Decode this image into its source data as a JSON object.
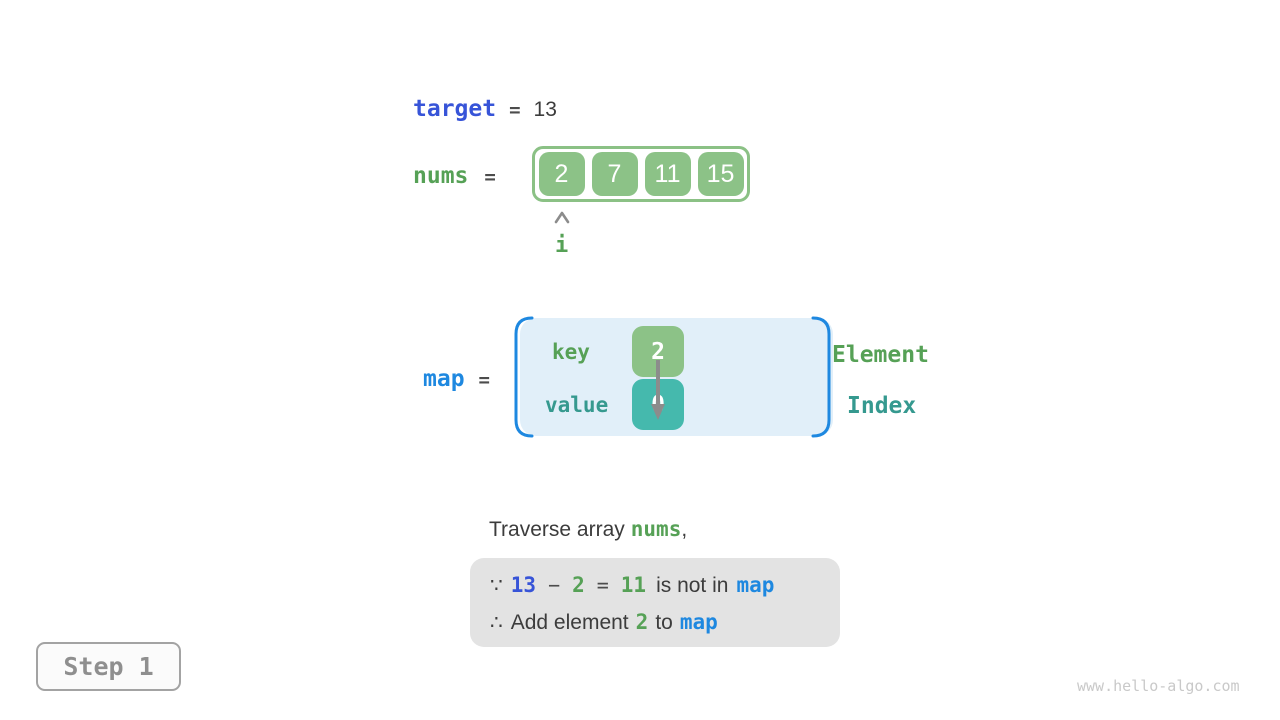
{
  "colors": {
    "royal_blue": "#3754d8",
    "bright_blue": "#1e88e0",
    "green_text": "#56a156",
    "teal_text": "#35998f",
    "green_fill": "#8cc287",
    "teal_fill": "#45b9ad",
    "map_background": "#e1eff9",
    "dark_text": "#3c3c3c",
    "reason_box_background": "#e3e3e3",
    "button_gray": "#8f8f8f",
    "watermark_gray": "#c9c9c9",
    "arrow_gray": "#8c8c8c"
  },
  "target_row": {
    "label": "target",
    "equals": "=",
    "value": "13"
  },
  "nums_row": {
    "label": "nums",
    "equals": "=",
    "values": [
      "2",
      "7",
      "11",
      "15"
    ],
    "pointer": "i"
  },
  "map_row": {
    "label": "map",
    "equals": "=",
    "key_label": "key",
    "key_value": "2",
    "value_label": "value",
    "value_value": "0",
    "element_label": "Element",
    "index_label": "Index"
  },
  "caption": {
    "text": "Traverse array ",
    "code": "nums",
    "comma": ","
  },
  "reason_box": {
    "because": "∵",
    "minuend": "13",
    "minus": "−",
    "subtrahend": "2",
    "equals": "=",
    "difference": "11",
    "not_in_text": "is not in",
    "map_code": "map",
    "therefore": "∴",
    "add_text": "Add element",
    "added_value": "2",
    "to_text": "to",
    "map_code2": "map"
  },
  "step_button": {
    "label": "Step 1"
  },
  "watermark": "www.hello-algo.com",
  "icons": {
    "pointer_caret": "up-caret",
    "kv_arrow": "down-arrow",
    "map_left_bracket": "left-parenthesis",
    "map_right_bracket": "right-parenthesis"
  }
}
